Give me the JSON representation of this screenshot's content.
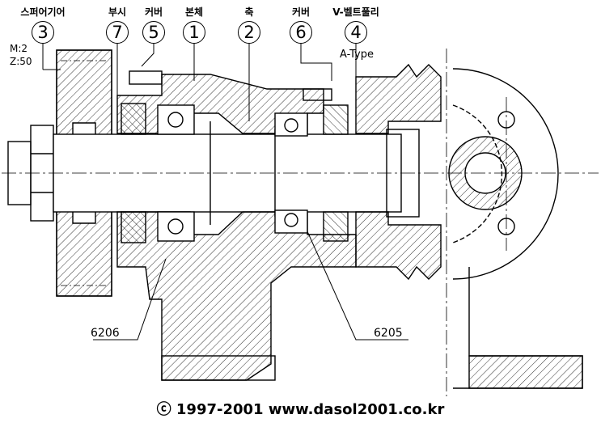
{
  "parts": [
    {
      "name": "스퍼어기어",
      "number": "3"
    },
    {
      "name": "부시",
      "number": "7"
    },
    {
      "name": "커버",
      "number": "5"
    },
    {
      "name": "본체",
      "number": "1"
    },
    {
      "name": "축",
      "number": "2"
    },
    {
      "name": "커버",
      "number": "6"
    },
    {
      "name": "V-벨트풀리",
      "number": "4"
    }
  ],
  "gear_spec": {
    "module": "M:2",
    "teeth": "Z:50"
  },
  "pulley_type": "A-Type",
  "bearings": {
    "left": "6206",
    "right": "6205"
  },
  "copyright": "ⓒ 1997-2001 www.dasol2001.co.kr"
}
